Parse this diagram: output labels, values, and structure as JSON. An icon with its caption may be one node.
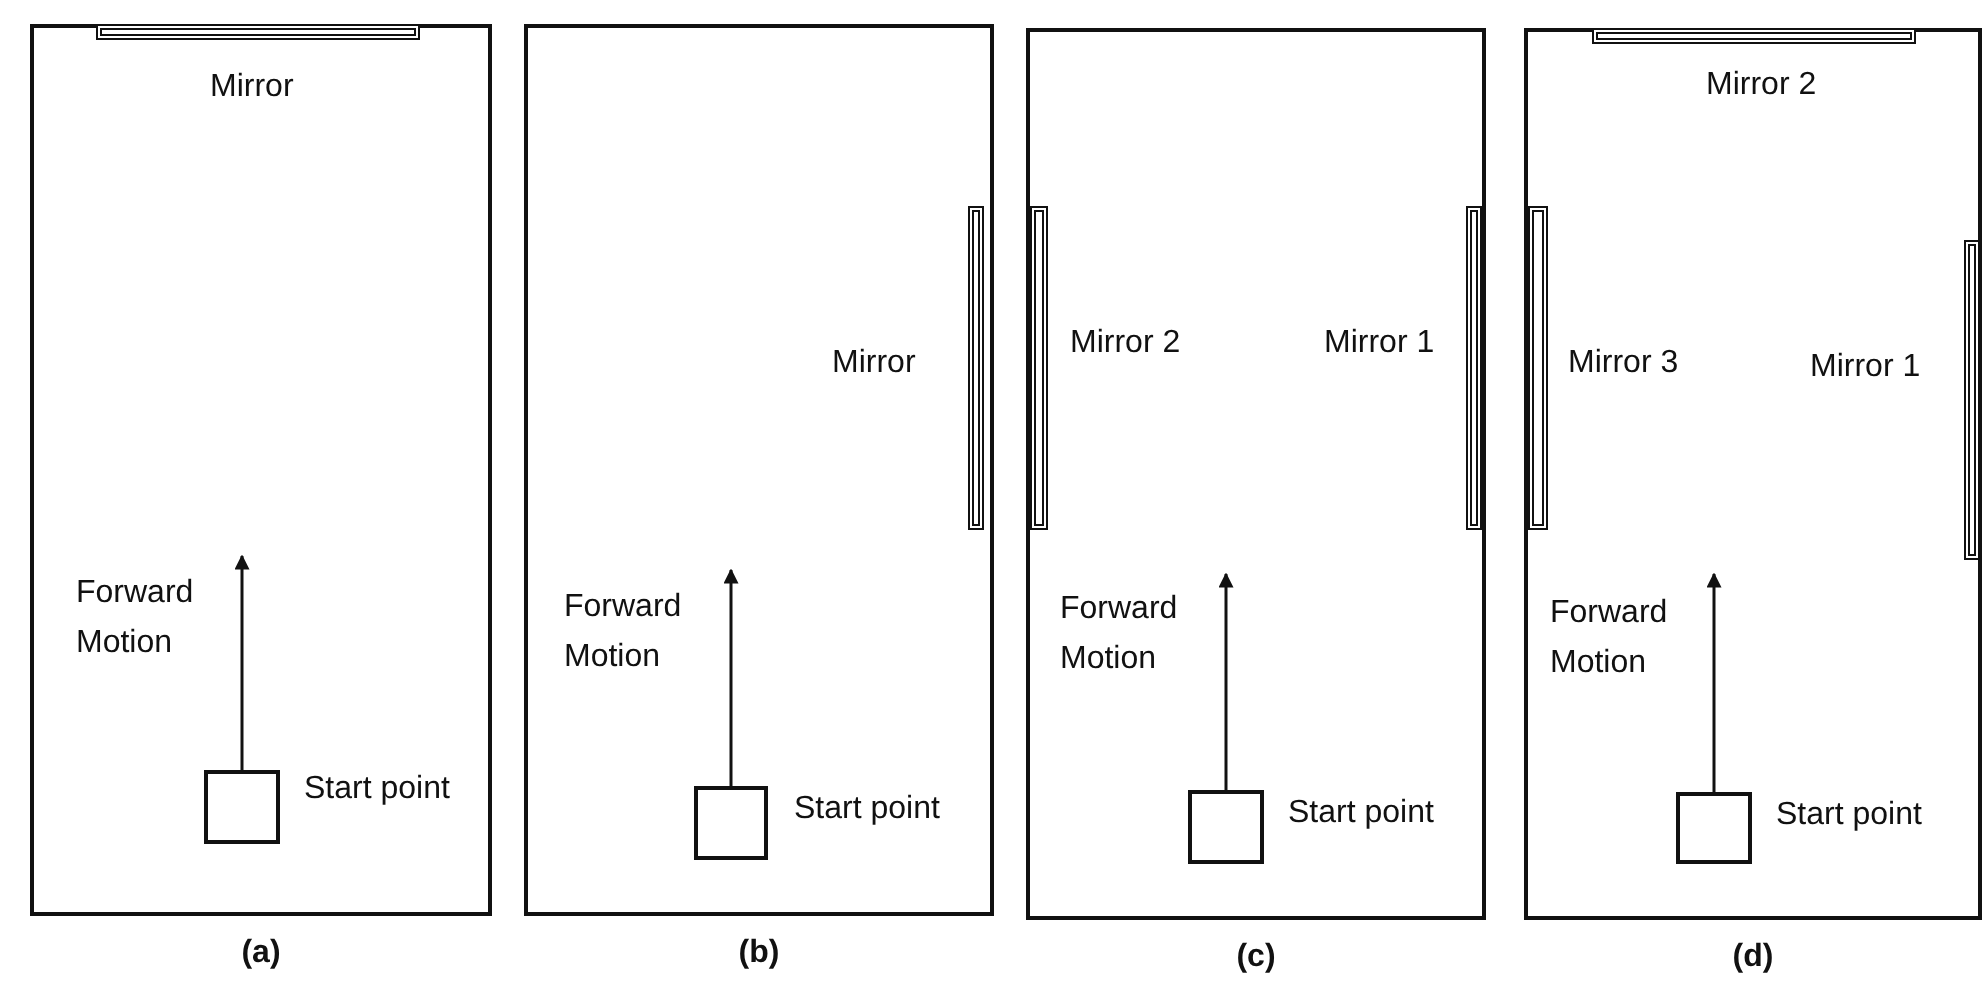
{
  "diagram": {
    "nodes": [
      {
        "text": [
          "(a)"
        ]
      },
      {
        "text": [],
        "shape": "bar",
        "in": 0,
        "beside": [
          "Mirror"
        ]
      },
      {
        "text": [],
        "shape": "box",
        "in": 0,
        "beside": [
          "Start point"
        ]
      },
      {
        "text": [
          "(b)"
        ]
      },
      {
        "text": [],
        "shape": "bar",
        "in": 3,
        "beside": [
          "Mirror"
        ]
      },
      {
        "text": [],
        "shape": "box",
        "in": 3,
        "beside": [
          "Start point"
        ]
      },
      {
        "text": [
          "(c)"
        ]
      },
      {
        "text": [],
        "shape": "bar",
        "in": 6,
        "beside": [
          "Mirror 2"
        ]
      },
      {
        "text": [],
        "shape": "bar",
        "in": 6,
        "beside": [
          "Mirror 1"
        ]
      },
      {
        "text": [],
        "shape": "box",
        "in": 6,
        "beside": [
          "Start point"
        ]
      },
      {
        "text": [
          "(d)"
        ]
      },
      {
        "text": [],
        "shape": "bar",
        "in": 10,
        "beside": [
          "Mirror 2"
        ]
      },
      {
        "text": [],
        "shape": "bar",
        "in": 10,
        "beside": [
          "Mirror 3"
        ]
      },
      {
        "text": [],
        "shape": "bar",
        "in": 10,
        "beside": [
          "Mirror 1"
        ]
      },
      {
        "text": [],
        "shape": "box",
        "in": 10,
        "beside": [
          "Start point"
        ]
      }
    ],
    "edges": [
      {
        "from": 2,
        "to": null,
        "arrow": "to",
        "label": "Forward Motion"
      },
      {
        "from": 5,
        "to": null,
        "arrow": "to",
        "label": "Forward Motion"
      },
      {
        "from": 9,
        "to": null,
        "arrow": "to",
        "label": "Forward Motion"
      },
      {
        "from": 14,
        "to": null,
        "arrow": "to",
        "label": "Forward Motion"
      }
    ]
  }
}
